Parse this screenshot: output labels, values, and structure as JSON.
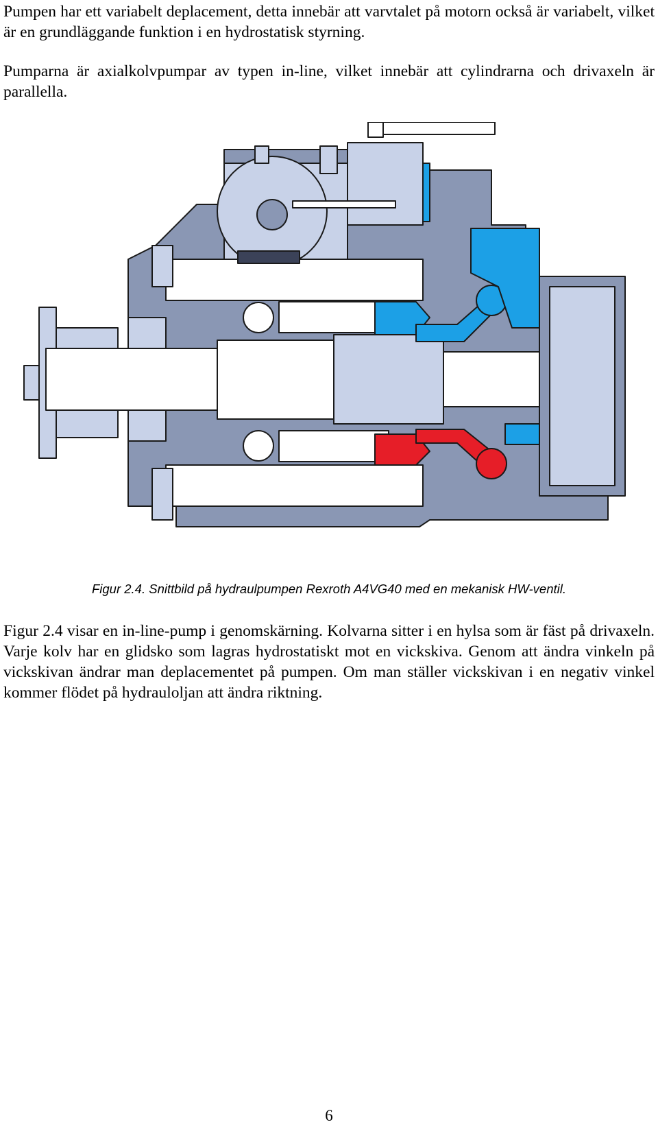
{
  "paragraphs": {
    "p1": "Pumpen har ett variabelt deplacement, detta innebär att varvtalet på motorn också är variabelt, vilket är en grundläggande funktion i en hydrostatisk styrning.",
    "p2": "Pumparna är axialkolvpumpar av typen in-line, vilket innebär att cylindrarna och drivaxeln är parallella.",
    "p3": "Figur 2.4 visar en in-line-pump i genomskärning. Kolvarna sitter i en hylsa som är fäst på drivaxeln. Varje kolv har en glidsko som lagras hydrostatiskt mot en vickskiva. Genom att ändra vinkeln på vickskivan ändrar man deplacementet på pumpen. Om man ställer vickskivan i en negativ vinkel kommer flödet på hydrauloljan att ändra riktning."
  },
  "figure": {
    "caption": "Figur 2.4. Snittbild på hydraulpumpen Rexroth A4VG40 med en mekanisk HW-ventil.",
    "colors": {
      "body": "#8a97b4",
      "light": "#c8d2e8",
      "white": "#ffffff",
      "outline": "#1a1a1a",
      "low_pressure": "#1ca0e6",
      "high_pressure": "#e61e28",
      "dark": "#3b4258"
    }
  },
  "page_number": "6"
}
